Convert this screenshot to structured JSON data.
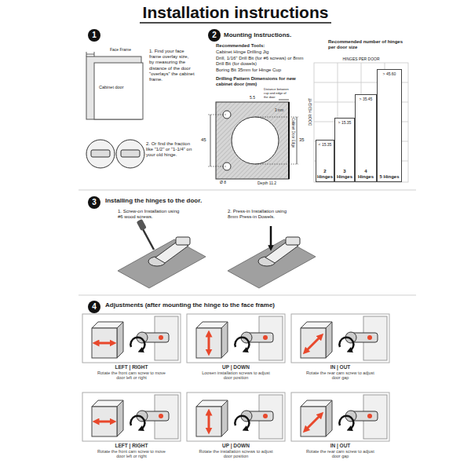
{
  "diagram": {
    "title": "Installation instructions",
    "nodes": [
      {
        "text": [
          "1"
        ]
      },
      {
        "text": [
          "2"
        ]
      },
      {
        "text": [
          "< 15.35",
          "2 Hinges"
        ]
      },
      {
        "text": [
          "> 15.35",
          "3 Hinges"
        ]
      },
      {
        "text": [
          "> 35.45",
          "4 Hinges"
        ]
      },
      {
        "text": [
          "> 45.60",
          "5 Hinges"
        ]
      },
      {
        "text": [
          "3"
        ]
      },
      {
        "text": [
          "4"
        ]
      },
      {
        "text": [
          "LEFT | RIGHT",
          "Rotate the front cam screw to move door left or right"
        ]
      },
      {
        "text": [
          "UP | DOWN",
          "Loosen installation screws to adjust door position"
        ]
      },
      {
        "text": [
          "IN | OUT",
          "Rotate the rear cam screw to adjust door gap"
        ]
      },
      {
        "text": [
          "LEFT | RIGHT",
          "Rotate the front cam screw to move door left or right"
        ]
      },
      {
        "text": [
          "UP | DOWN",
          "Rotate the installation screws to adjust door position"
        ]
      },
      {
        "text": [
          "IN | OUT",
          "Rotate the rear cam screw to adjust door gap"
        ]
      }
    ],
    "labels": [
      "Face Frame",
      "Cabinet door",
      "1. Find your face frame overlay size, by measuring the distance of the door \"overlays\" the cabinet frame.",
      "2. Or find the fraction like \"1/2\" or \"1-1/4\" on your old hinge.",
      "Mounting Instructions.",
      "Recommended Tools:",
      "Cabinet Hinge Drilling Jig",
      "Drill, 1/16\" Drill Bit (for #6 screws) or 8mm Drill Bit (for dowels)",
      "Boring Bit 35mm for Hinge Cup",
      "Drilling Pattern Dimensions for new cabinet door (mm)",
      "5.5",
      "Distance between cup and edge of the door",
      "3 mm",
      "45",
      "35",
      "Cabinet Door Edge",
      "Ø 8",
      "Depth 11.2",
      "Recommended number of hinges per door size",
      "HINGES PER DOOR",
      "DOOR HEIGHT",
      "Installing the hinges to the door.",
      "1. Screw-on Installation using #6 wood screws.",
      "2. Press-in Installation using 8mm Press-in Dowels.",
      "Adjustments (after mounting the hinge to the face frame)"
    ]
  }
}
